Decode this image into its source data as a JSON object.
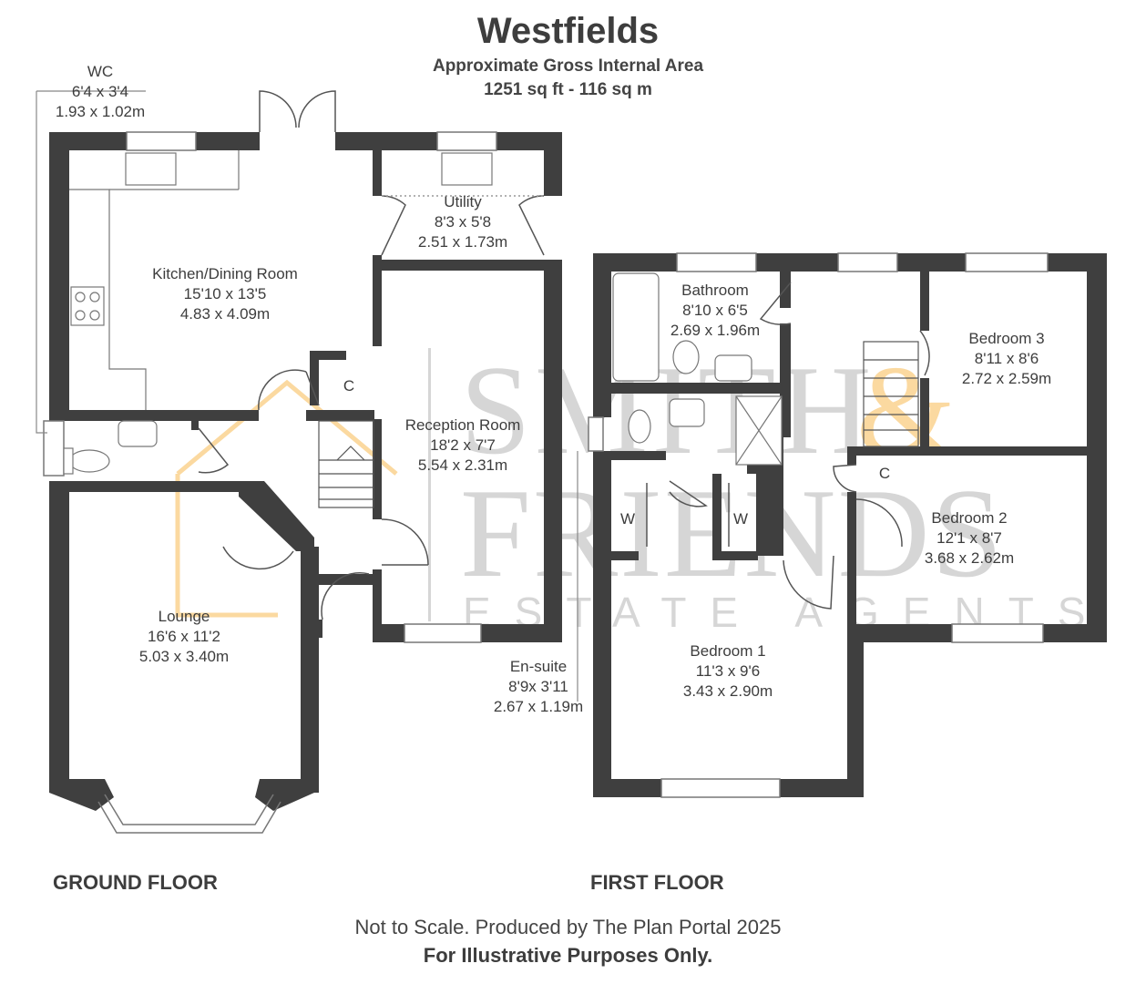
{
  "title": "Westfields",
  "subtitle": "Approximate Gross Internal Area",
  "area": "1251 sq ft - 116 sq m",
  "watermark": {
    "line1": "SMITH",
    "amp": "&",
    "line2": "FRIENDS",
    "line3": "ESTATE AGENTS"
  },
  "ground_floor": {
    "label": "GROUND FLOOR",
    "rooms": {
      "wc": {
        "name": "WC",
        "imperial": "6'4 x 3'4",
        "metric": "1.93 x 1.02m"
      },
      "kitchen": {
        "name": "Kitchen/Dining Room",
        "imperial": "15'10 x 13'5",
        "metric": "4.83 x 4.09m"
      },
      "utility": {
        "name": "Utility",
        "imperial": "8'3 x 5'8",
        "metric": "2.51 x 1.73m"
      },
      "reception": {
        "name": "Reception Room",
        "imperial": "18'2 x 7'7",
        "metric": "5.54 x 2.31m"
      },
      "lounge": {
        "name": "Lounge",
        "imperial": "16'6 x 11'2",
        "metric": "5.03 x 3.40m"
      },
      "cupboard": {
        "name": "C"
      }
    }
  },
  "first_floor": {
    "label": "FIRST FLOOR",
    "rooms": {
      "bathroom": {
        "name": "Bathroom",
        "imperial": "8'10 x 6'5",
        "metric": "2.69 x 1.96m"
      },
      "bedroom3": {
        "name": "Bedroom 3",
        "imperial": "8'11 x 8'6",
        "metric": "2.72 x 2.59m"
      },
      "bedroom2": {
        "name": "Bedroom 2",
        "imperial": "12'1 x 8'7",
        "metric": "3.68 x 2.62m"
      },
      "bedroom1": {
        "name": "Bedroom 1",
        "imperial": "11'3 x 9'6",
        "metric": "3.43 x 2.90m"
      },
      "ensuite": {
        "name": "En-suite",
        "imperial": "8'9x 3'11",
        "metric": "2.67 x 1.19m"
      },
      "cupboard": {
        "name": "C"
      },
      "wardrobe1": {
        "name": "W"
      },
      "wardrobe2": {
        "name": "W"
      }
    }
  },
  "footer": {
    "line1": "Not to Scale. Produced by The Plan Portal 2025",
    "line2": "For Illustrative Purposes Only."
  },
  "colors": {
    "wall": "#3f3f3f",
    "text": "#3d3d3d",
    "watermark": "#d6d6d6",
    "watermark_accent": "#fbd9a0"
  }
}
